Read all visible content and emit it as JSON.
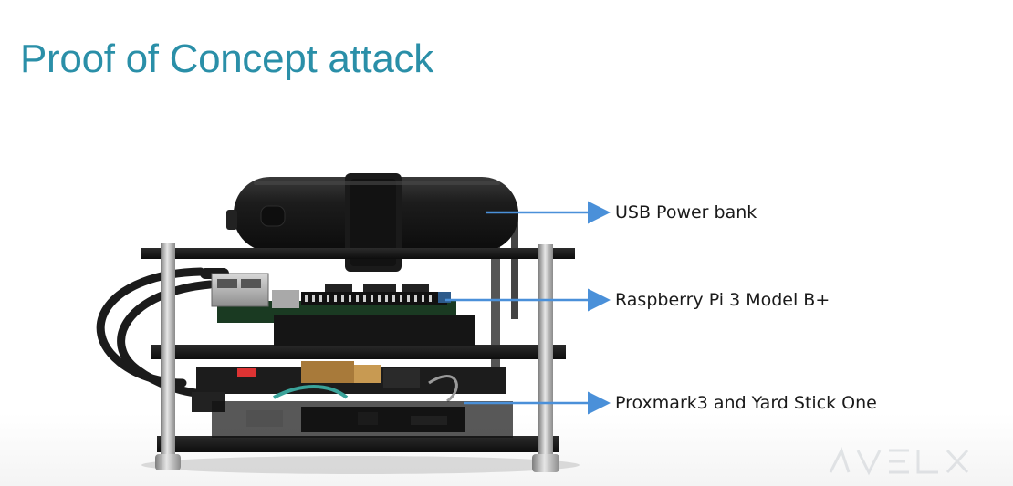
{
  "slide": {
    "title": "Proof of Concept attack",
    "title_color": "#2a8fa8",
    "arrow_color": "#4a90d9",
    "labels": [
      "USB Power bank",
      "Raspberry Pi 3 Model B+",
      "Proxmark3 and Yard Stick One"
    ]
  }
}
